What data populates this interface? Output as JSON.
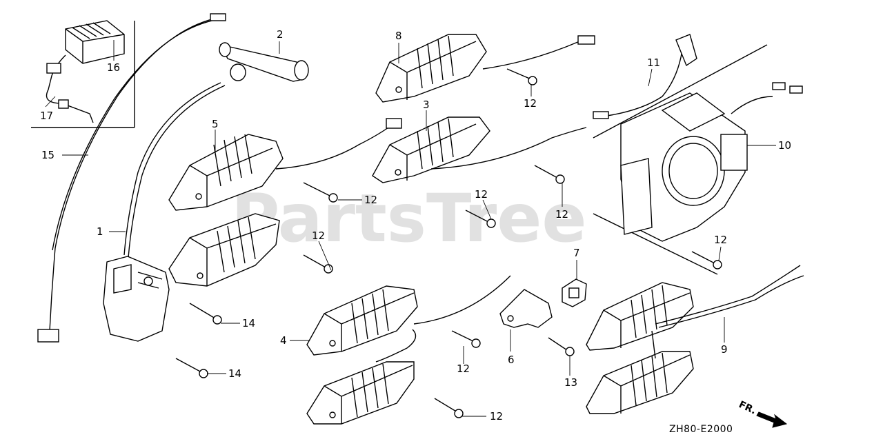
{
  "watermark": "PartsTree",
  "diagram_code": "ZH80-E2000",
  "direction_label": "FR.",
  "callouts": {
    "c1": "1",
    "c2": "2",
    "c3": "3",
    "c4": "4",
    "c5": "5",
    "c6": "6",
    "c7": "7",
    "c8": "8",
    "c9": "9",
    "c10": "10",
    "c11": "11",
    "c12a": "12",
    "c12b": "12",
    "c12c": "12",
    "c12d": "12",
    "c12e": "12",
    "c12f": "12",
    "c12g": "12",
    "c12h": "12",
    "c13": "13",
    "c14a": "14",
    "c14b": "14",
    "c15": "15",
    "c16": "16",
    "c17": "17"
  }
}
